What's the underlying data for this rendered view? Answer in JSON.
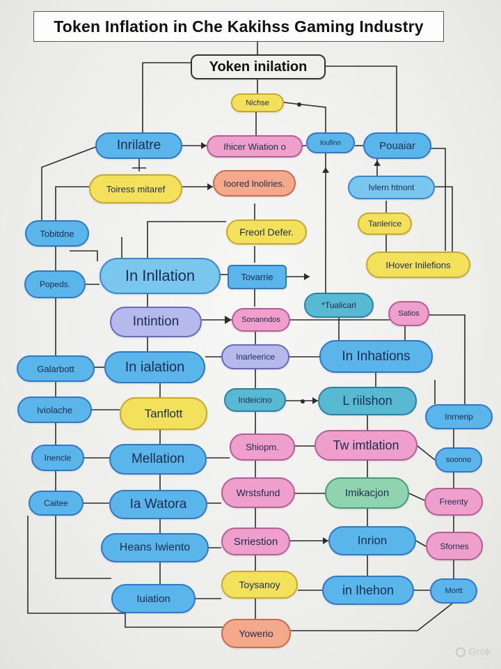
{
  "title": "Token Inflation in Che Kakihss Gaming Industry",
  "watermark": "Grok",
  "colors": {
    "edge": "#2b2b2b",
    "blue": "#59b5ea",
    "yellow": "#f3e15c",
    "pink": "#ee9fcb",
    "salmon": "#f5a98b",
    "violet": "#b5b9ec",
    "teal": "#58b9d2",
    "green": "#8fd3b0"
  },
  "nodes": [
    {
      "id": "root",
      "label": "Yoken inilation",
      "color": "white"
    },
    {
      "id": "n1",
      "label": "Nichse",
      "color": "yellow"
    },
    {
      "id": "n2",
      "label": "Inrilatre",
      "color": "blue"
    },
    {
      "id": "n3",
      "label": "Ihicer Wiation o",
      "color": "pink"
    },
    {
      "id": "n4",
      "label": "Ioufinn",
      "color": "blue"
    },
    {
      "id": "n5",
      "label": "Pouaiar",
      "color": "blue"
    },
    {
      "id": "n6",
      "label": "Toiress mitaref",
      "color": "yellow"
    },
    {
      "id": "n7",
      "label": "Ioored lnoliries.",
      "color": "salmon"
    },
    {
      "id": "n8",
      "label": "Ivlern htnont",
      "color": "lblue"
    },
    {
      "id": "n9",
      "label": "Tobitdne",
      "color": "blue"
    },
    {
      "id": "n10",
      "label": "Freorl Defer.",
      "color": "yellow"
    },
    {
      "id": "n11",
      "label": "Tanlerice",
      "color": "yellow"
    },
    {
      "id": "n12",
      "label": "In Inllation",
      "color": "lblue"
    },
    {
      "id": "n13",
      "label": "Tovarrie",
      "color": "blue"
    },
    {
      "id": "n14",
      "label": "IHover Inilefions",
      "color": "yellow"
    },
    {
      "id": "n15",
      "label": "Popeds.",
      "color": "blue"
    },
    {
      "id": "n16",
      "label": "*Tualicarl",
      "color": "teal"
    },
    {
      "id": "n17",
      "label": "Satios",
      "color": "pink"
    },
    {
      "id": "n18",
      "label": "Intintion",
      "color": "violet"
    },
    {
      "id": "n19",
      "label": "Sonanndos",
      "color": "pink"
    },
    {
      "id": "n20",
      "label": "Galarbott",
      "color": "blue"
    },
    {
      "id": "n21",
      "label": "In ialation",
      "color": "blue"
    },
    {
      "id": "n22",
      "label": "Inarleerice",
      "color": "violet"
    },
    {
      "id": "n23",
      "label": "In Inhations",
      "color": "blue"
    },
    {
      "id": "n24",
      "label": "Iviolache",
      "color": "blue"
    },
    {
      "id": "n25",
      "label": "Tanflott",
      "color": "yellow"
    },
    {
      "id": "n26",
      "label": "Indeicino",
      "color": "teal"
    },
    {
      "id": "n27",
      "label": "L riilshon",
      "color": "teal"
    },
    {
      "id": "n28",
      "label": "Inrnerip",
      "color": "blue"
    },
    {
      "id": "n29",
      "label": "Inencle",
      "color": "blue"
    },
    {
      "id": "n30",
      "label": "Mellation",
      "color": "blue"
    },
    {
      "id": "n31",
      "label": "Shiopm.",
      "color": "pink"
    },
    {
      "id": "n32",
      "label": "Tw imtlation",
      "color": "pink"
    },
    {
      "id": "n33",
      "label": "soonno",
      "color": "blue"
    },
    {
      "id": "n34",
      "label": "Wrstsfund",
      "color": "pink"
    },
    {
      "id": "n35",
      "label": "Imikacjon",
      "color": "green"
    },
    {
      "id": "n36",
      "label": "Caitee",
      "color": "blue"
    },
    {
      "id": "n37",
      "label": "Ia Watora",
      "color": "blue"
    },
    {
      "id": "n38",
      "label": "Freenty",
      "color": "pink"
    },
    {
      "id": "n39",
      "label": "Heans Iwiento",
      "color": "blue"
    },
    {
      "id": "n40",
      "label": "Srriestion",
      "color": "pink"
    },
    {
      "id": "n41",
      "label": "Inrion",
      "color": "blue"
    },
    {
      "id": "n42",
      "label": "Sfornes",
      "color": "pink"
    },
    {
      "id": "n43",
      "label": "Toysanoy",
      "color": "yellow"
    },
    {
      "id": "n44",
      "label": "in Ihehon",
      "color": "blue"
    },
    {
      "id": "n45",
      "label": "Iuiation",
      "color": "blue"
    },
    {
      "id": "n46",
      "label": "Mortt",
      "color": "blue"
    },
    {
      "id": "n47",
      "label": "Yowerio",
      "color": "salmon"
    }
  ]
}
